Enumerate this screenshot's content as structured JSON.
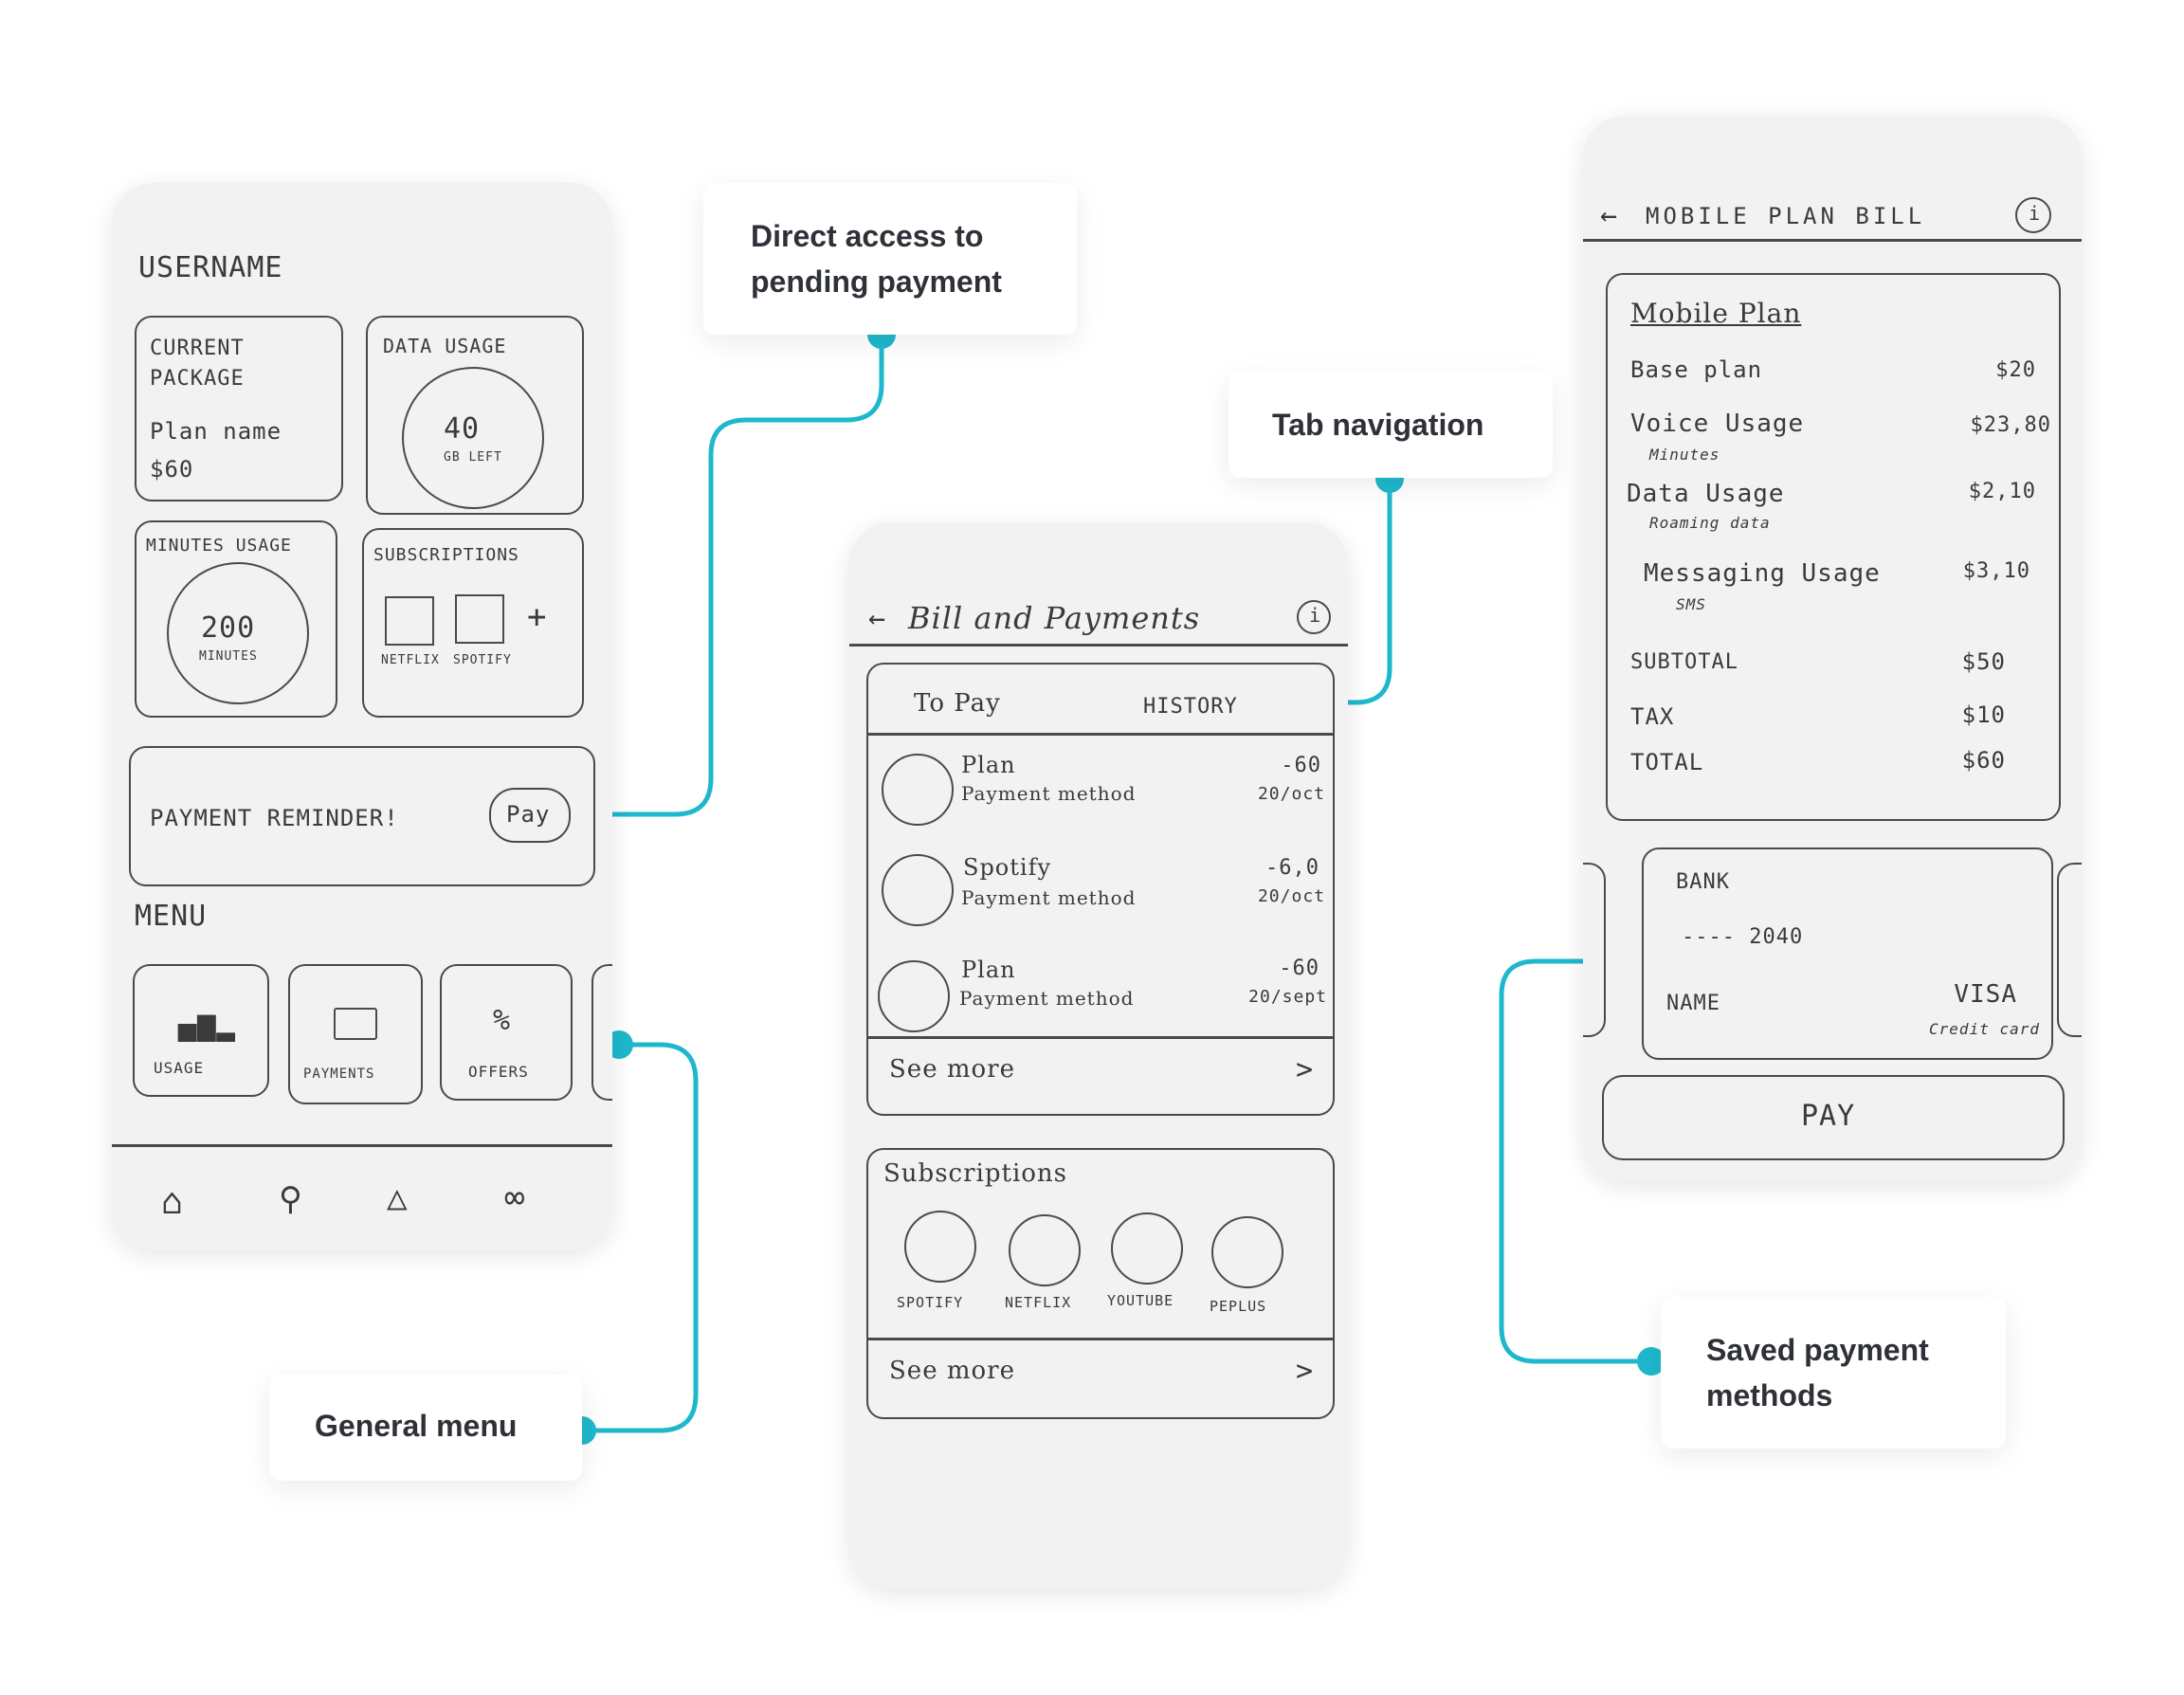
{
  "colors": {
    "accent": "#1eb8cc"
  },
  "callouts": {
    "pending": {
      "line1": "Direct access to",
      "line2": "pending payment"
    },
    "tabs": {
      "line1": "Tab navigation"
    },
    "menu": {
      "line1": "General menu"
    },
    "saved": {
      "line1": "Saved payment",
      "line2": "methods"
    }
  },
  "home": {
    "username": "USERNAME",
    "current_package": {
      "title1": "CURRENT",
      "title2": "PACKAGE",
      "plan": "Plan name",
      "price": "$60"
    },
    "data_usage": {
      "title": "DATA USAGE",
      "value": "40",
      "unit": "GB LEFT"
    },
    "minutes_usage": {
      "title": "MINUTES USAGE",
      "value": "200",
      "unit": "MINUTES"
    },
    "subscriptions": {
      "title": "SUBSCRIPTIONS",
      "plus": "+",
      "items": [
        "NETFLIX",
        "SPOTIFY"
      ]
    },
    "reminder": {
      "text": "PAYMENT REMINDER!",
      "pay": "Pay"
    },
    "menu_title": "MENU",
    "menu_items": [
      "USAGE",
      "PAYMENTS",
      "OFFERS"
    ],
    "menu_icons": [
      "bars",
      "card",
      "%"
    ]
  },
  "bill": {
    "title": "Bill and Payments",
    "info": "i",
    "tabs": [
      "To Pay",
      "HISTORY"
    ],
    "rows": [
      {
        "name": "Plan",
        "method": "Payment method",
        "amount": "-60",
        "date": "20/oct"
      },
      {
        "name": "Spotify",
        "method": "Payment method",
        "amount": "-6,0",
        "date": "20/oct"
      },
      {
        "name": "Plan",
        "method": "Payment method",
        "amount": "-60",
        "date": "20/sept"
      }
    ],
    "see_more": "See more",
    "chevron": ">",
    "subscriptions_title": "Subscriptions",
    "subscriptions": [
      "SPOTIFY",
      "NETFLIX",
      "YOUTUBE",
      "PEPLUS"
    ]
  },
  "mobile": {
    "title": "MOBILE PLAN BILL",
    "info": "i",
    "section": "Mobile Plan",
    "lines": [
      {
        "label": "Base plan",
        "sub": "",
        "amount": "$20"
      },
      {
        "label": "Voice Usage",
        "sub": "Minutes",
        "amount": "$23,80"
      },
      {
        "label": "Data Usage",
        "sub": "Roaming data",
        "amount": "$2,10"
      },
      {
        "label": "Messaging Usage",
        "sub": "SMS",
        "amount": "$3,10"
      }
    ],
    "subtotal": {
      "label": "SUBTOTAL",
      "amount": "$50"
    },
    "tax": {
      "label": "TAX",
      "amount": "$10"
    },
    "total": {
      "label": "TOTAL",
      "amount": "$60"
    },
    "bank": {
      "title": "BANK",
      "number": "---- 2040",
      "name": "NAME",
      "brand": "VISA",
      "type": "Credit card"
    },
    "pay": "PAY"
  }
}
